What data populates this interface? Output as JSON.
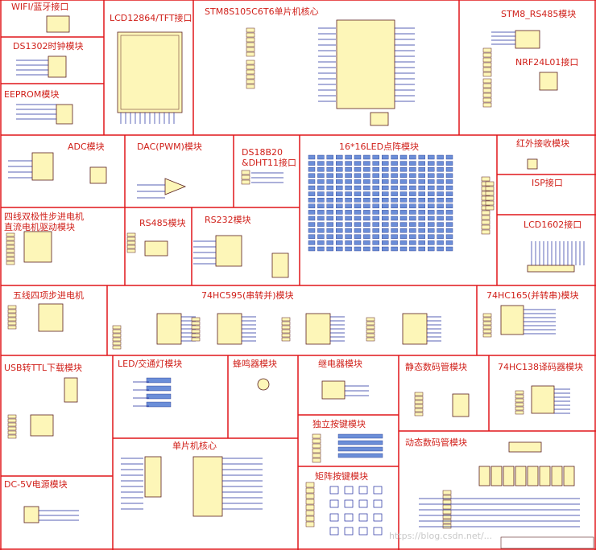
{
  "modules": [
    {
      "id": "wifi",
      "label": "WIFI/蓝牙接口"
    },
    {
      "id": "ds1302",
      "label": "DS1302时钟模块"
    },
    {
      "id": "eeprom",
      "label": "EEPROM模块"
    },
    {
      "id": "lcd12864",
      "label": "LCD12864/TFT接口"
    },
    {
      "id": "stm8s",
      "label": "STM8S105C6T6单片机核心"
    },
    {
      "id": "stm8rs485",
      "label": "STM8_RS485模块"
    },
    {
      "id": "nrf24l01",
      "label": "NRF24L01接口"
    },
    {
      "id": "adc",
      "label": "ADC模块"
    },
    {
      "id": "dac",
      "label": "DAC(PWM)模块"
    },
    {
      "id": "ds18b20",
      "label": "DS18B20\n&DHT11接口"
    },
    {
      "id": "led16",
      "label": "16*16LED点阵模块"
    },
    {
      "id": "infrared",
      "label": "红外接收模块"
    },
    {
      "id": "isp",
      "label": "ISP接口"
    },
    {
      "id": "lcd1602",
      "label": "LCD1602接口"
    },
    {
      "id": "stepper4",
      "label": "四线双极性步进电机\n直流电机驱动模块"
    },
    {
      "id": "rs485",
      "label": "RS485模块"
    },
    {
      "id": "rs232",
      "label": "RS232模块"
    },
    {
      "id": "stepper5",
      "label": "五线四项步进电机"
    },
    {
      "id": "hc595",
      "label": "74HC595(串转并)模块"
    },
    {
      "id": "hc165",
      "label": "74HC165(并转串)模块"
    },
    {
      "id": "usbttl",
      "label": "USB转TTL下载模块"
    },
    {
      "id": "ledtraffic",
      "label": "LED/交通灯模块"
    },
    {
      "id": "buzzer",
      "label": "蜂鸣器模块"
    },
    {
      "id": "relay",
      "label": "继电器模块"
    },
    {
      "id": "static7seg",
      "label": "静态数码管模块"
    },
    {
      "id": "hc138",
      "label": "74HC138译码器模块"
    },
    {
      "id": "keys",
      "label": "独立按键模块"
    },
    {
      "id": "mcu",
      "label": "单片机核心"
    },
    {
      "id": "dc5v",
      "label": "DC-5V电源模块"
    },
    {
      "id": "matrixkeys",
      "label": "矩阵按键模块"
    },
    {
      "id": "dyn7seg",
      "label": "动态数码管模块"
    }
  ],
  "watermark": "https://blog.csdn.net/..."
}
